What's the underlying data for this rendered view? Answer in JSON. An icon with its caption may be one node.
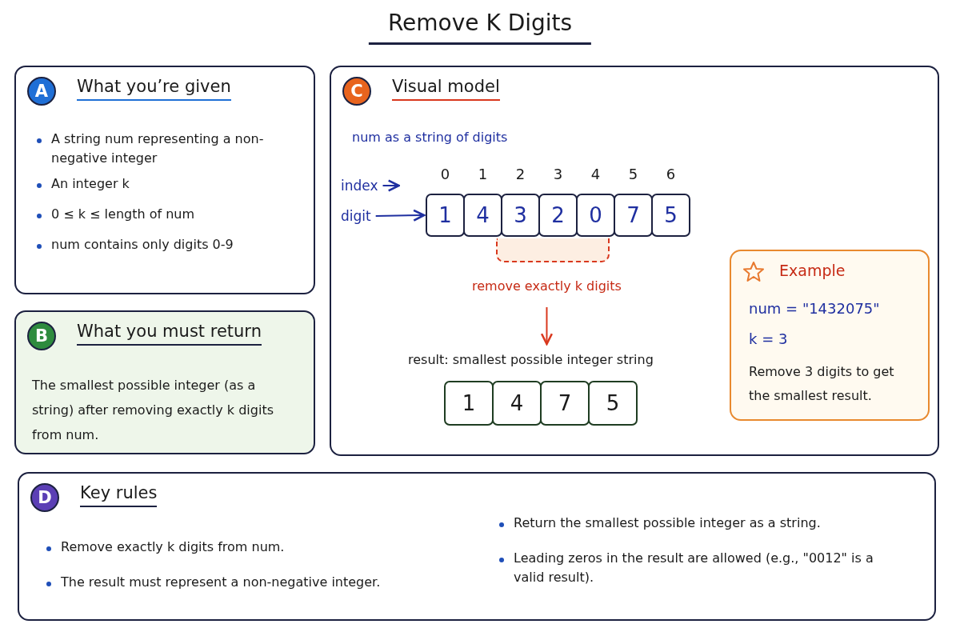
{
  "diagram": {
    "title": "Remove K Digits",
    "nodes": [
      {
        "text": [
          "A",
          "What you’re given",
          "A string num representing a non-negative integer",
          "An integer k",
          "0 ≤ k ≤ length of num",
          "num contains only digits 0-9"
        ]
      },
      {
        "text": [
          "B",
          "What you must return",
          "The smallest possible integer (as a string) after removing exactly k digits from num."
        ]
      },
      {
        "text": [
          "C",
          "Visual model",
          "num as a string of digits"
        ]
      },
      {
        "text": [
          "index"
        ],
        "in": 2
      },
      {
        "text": [
          "digit"
        ],
        "in": 2
      },
      {
        "text": [
          "1"
        ],
        "in": 2
      },
      {
        "text": [
          "4"
        ],
        "in": 2
      },
      {
        "text": [
          "3"
        ],
        "in": 2
      },
      {
        "text": [
          "2"
        ],
        "in": 2
      },
      {
        "text": [
          "0"
        ],
        "in": 2
      },
      {
        "text": [
          "7"
        ],
        "in": 2
      },
      {
        "text": [
          "5"
        ],
        "in": 2
      },
      {
        "text": [],
        "shape": "box",
        "in": 2
      },
      {
        "text": [
          "remove exactly k digits"
        ],
        "in": 2
      },
      {
        "text": [
          "result: smallest possible integer string"
        ],
        "in": 2
      },
      {
        "text": [
          "1"
        ],
        "in": 2
      },
      {
        "text": [
          "4"
        ],
        "in": 2
      },
      {
        "text": [
          "7"
        ],
        "in": 2
      },
      {
        "text": [
          "5"
        ],
        "in": 2
      },
      {
        "text": [
          "Example",
          "num = \"1432075\"",
          "k = 3",
          "Remove 3 digits to get the smallest result."
        ],
        "in": 2
      },
      {
        "text": [
          "D",
          "Key rules",
          "Remove exactly k digits from num.",
          "The result must represent a non-negative integer.",
          "Return the smallest possible integer as a string.",
          "Leading zeros in the result are allowed (e.g., \"0012\" is a valid result)."
        ]
      }
    ],
    "edges": [
      {
        "from": 3,
        "to": null,
        "arrow": "to"
      },
      {
        "from": 4,
        "to": 5,
        "arrow": "to"
      },
      {
        "from": 13,
        "to": 14,
        "arrow": "to",
        "color": "#d9381e"
      }
    ],
    "labels": [
      "0",
      "1",
      "2",
      "3",
      "4",
      "5",
      "6"
    ]
  }
}
